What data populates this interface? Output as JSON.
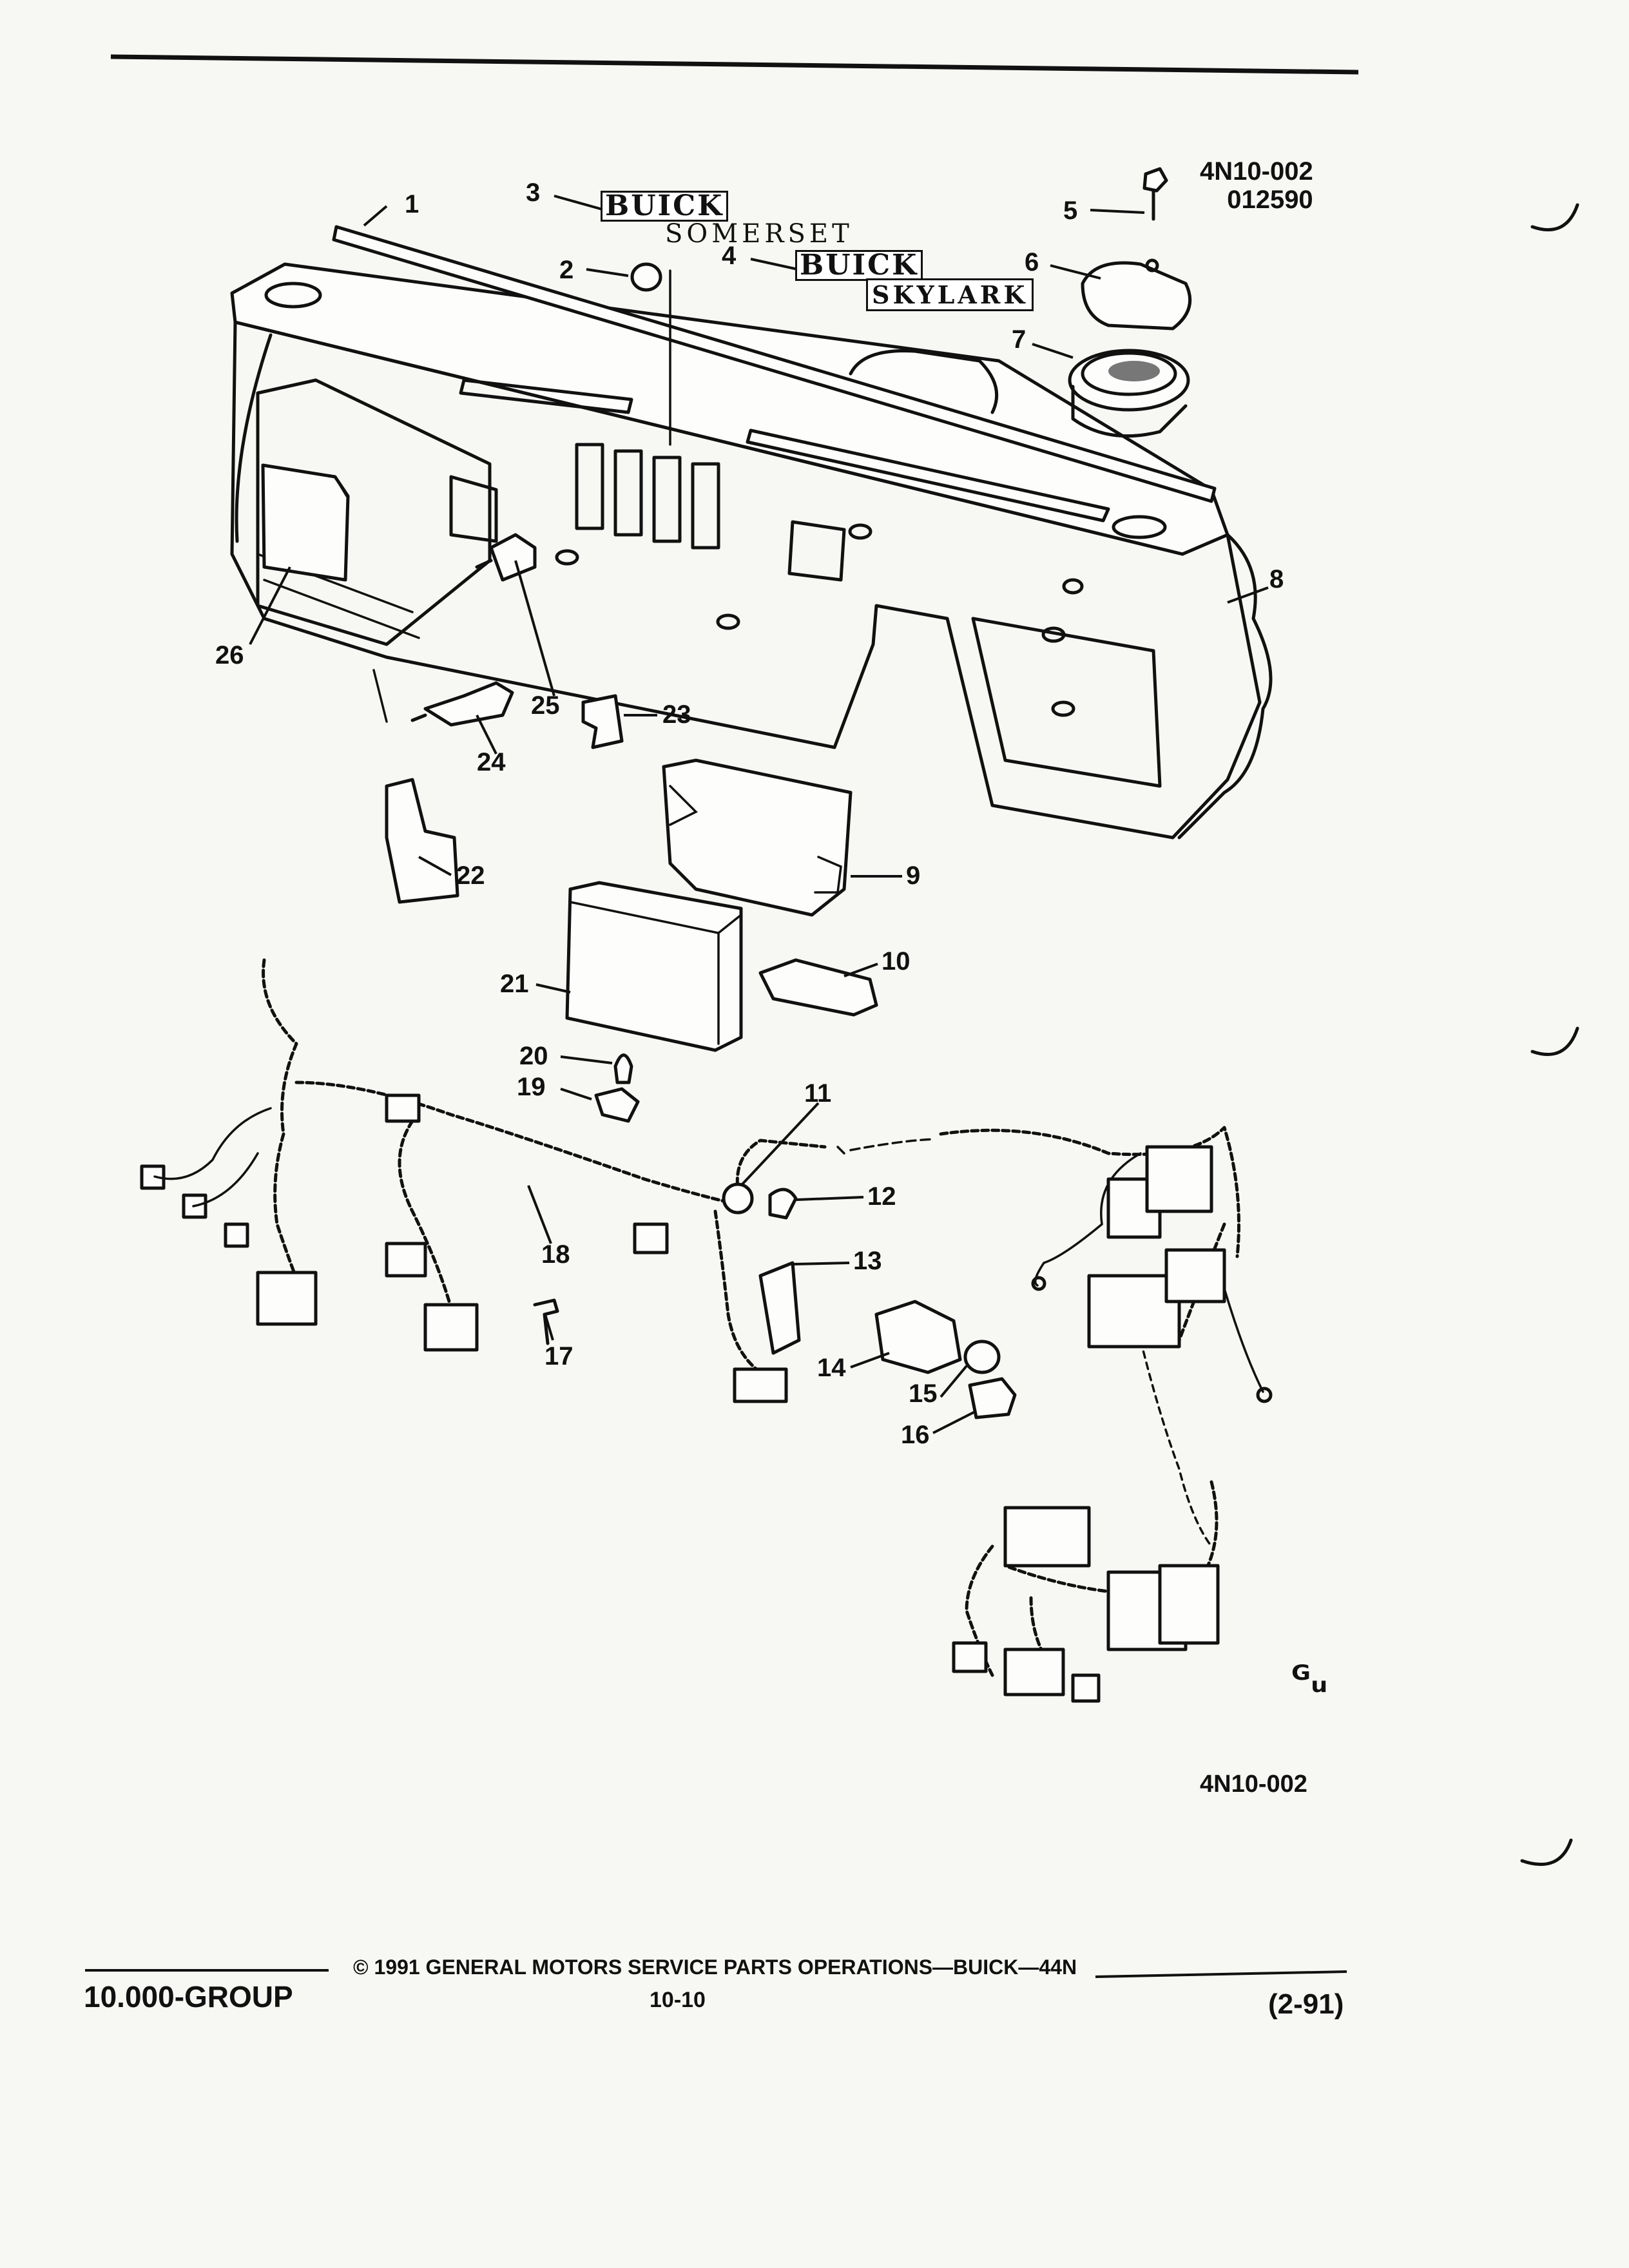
{
  "document": {
    "ref_code": "4N10-002",
    "ref_date": "012590",
    "figure_id": "4N10-002",
    "footer": {
      "group": "10.000-GROUP",
      "copyright": "© 1991 GENERAL MOTORS SERVICE PARTS OPERATIONS—BUICK—44N",
      "page": "10-10",
      "date": "(2-91)"
    },
    "emblems": {
      "somerset_top": "BUICK",
      "somerset_bottom": "SOMERSET",
      "skylark_top": "BUICK",
      "skylark_bottom": "SKYLARK"
    },
    "manufacturer_mark": "ᴳᵤ"
  },
  "callouts": [
    {
      "id": "1",
      "label": "1"
    },
    {
      "id": "2",
      "label": "2"
    },
    {
      "id": "3",
      "label": "3"
    },
    {
      "id": "4",
      "label": "4"
    },
    {
      "id": "5",
      "label": "5"
    },
    {
      "id": "6",
      "label": "6"
    },
    {
      "id": "7",
      "label": "7"
    },
    {
      "id": "8",
      "label": "8"
    },
    {
      "id": "9",
      "label": "9"
    },
    {
      "id": "10",
      "label": "10"
    },
    {
      "id": "11",
      "label": "11"
    },
    {
      "id": "12",
      "label": "12"
    },
    {
      "id": "13",
      "label": "13"
    },
    {
      "id": "14",
      "label": "14"
    },
    {
      "id": "15",
      "label": "15"
    },
    {
      "id": "16",
      "label": "16"
    },
    {
      "id": "17",
      "label": "17"
    },
    {
      "id": "18",
      "label": "18"
    },
    {
      "id": "19",
      "label": "19"
    },
    {
      "id": "20",
      "label": "20"
    },
    {
      "id": "21",
      "label": "21"
    },
    {
      "id": "22",
      "label": "22"
    },
    {
      "id": "23",
      "label": "23"
    },
    {
      "id": "24",
      "label": "24"
    },
    {
      "id": "25",
      "label": "25"
    },
    {
      "id": "26",
      "label": "26"
    }
  ]
}
